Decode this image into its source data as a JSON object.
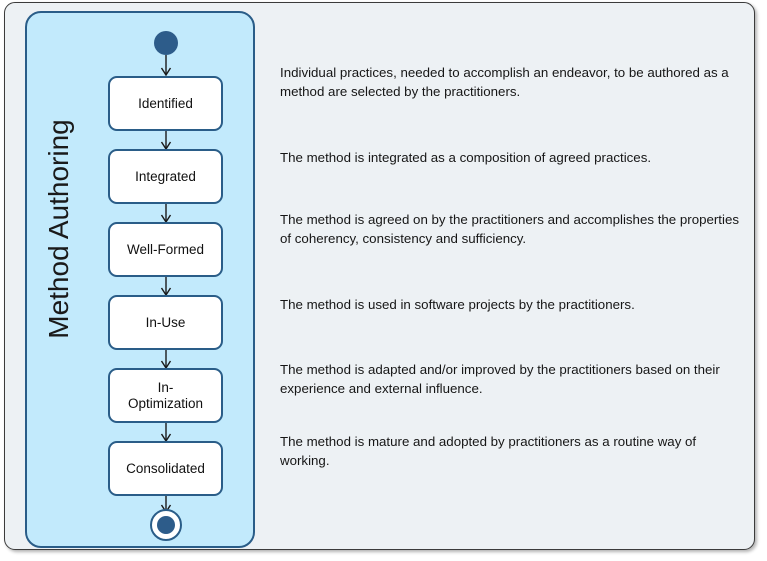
{
  "diagram": {
    "title": "Method Authoring",
    "region_label": "Method Authoring",
    "colors": {
      "page_background": "#ffffff",
      "frame_background": "#edf1f4",
      "frame_border": "#3b3b3b",
      "region_background": "#c2eafc",
      "region_border": "#2a5d88",
      "state_fill": "#ffffff",
      "state_border": "#2a5d88",
      "node_fill": "#2d5c8a",
      "text": "#161616",
      "arrow": "#1a1a1a"
    },
    "nodes": {
      "initial": "initial-state-node",
      "final": "final-state-node"
    },
    "states": [
      {
        "id": "identified",
        "label": "Identified",
        "description": "Individual practices, needed to accomplish an endeavor, to be authored as a method are selected by the practitioners."
      },
      {
        "id": "integrated",
        "label": "Integrated",
        "description": "The method is integrated as a composition of agreed practices."
      },
      {
        "id": "well-formed",
        "label": "Well-Formed",
        "description": "The method is agreed on by the practitioners and accomplishes the properties of coherency, consistency and sufficiency."
      },
      {
        "id": "in-use",
        "label": "In-Use",
        "description": "The method is used in software projects by the practitioners."
      },
      {
        "id": "in-optimization",
        "label": "In-\nOptimization",
        "description": "The method is adapted and/or improved by the practitioners based on their experience and external influence."
      },
      {
        "id": "consolidated",
        "label": "Consolidated",
        "description": "The method is mature and adopted by practitioners as a routine way of working."
      }
    ],
    "transitions": [
      {
        "from": "initial",
        "to": "identified"
      },
      {
        "from": "identified",
        "to": "integrated"
      },
      {
        "from": "integrated",
        "to": "well-formed"
      },
      {
        "from": "well-formed",
        "to": "in-use"
      },
      {
        "from": "in-use",
        "to": "in-optimization"
      },
      {
        "from": "in-optimization",
        "to": "consolidated"
      },
      {
        "from": "consolidated",
        "to": "final"
      }
    ]
  }
}
